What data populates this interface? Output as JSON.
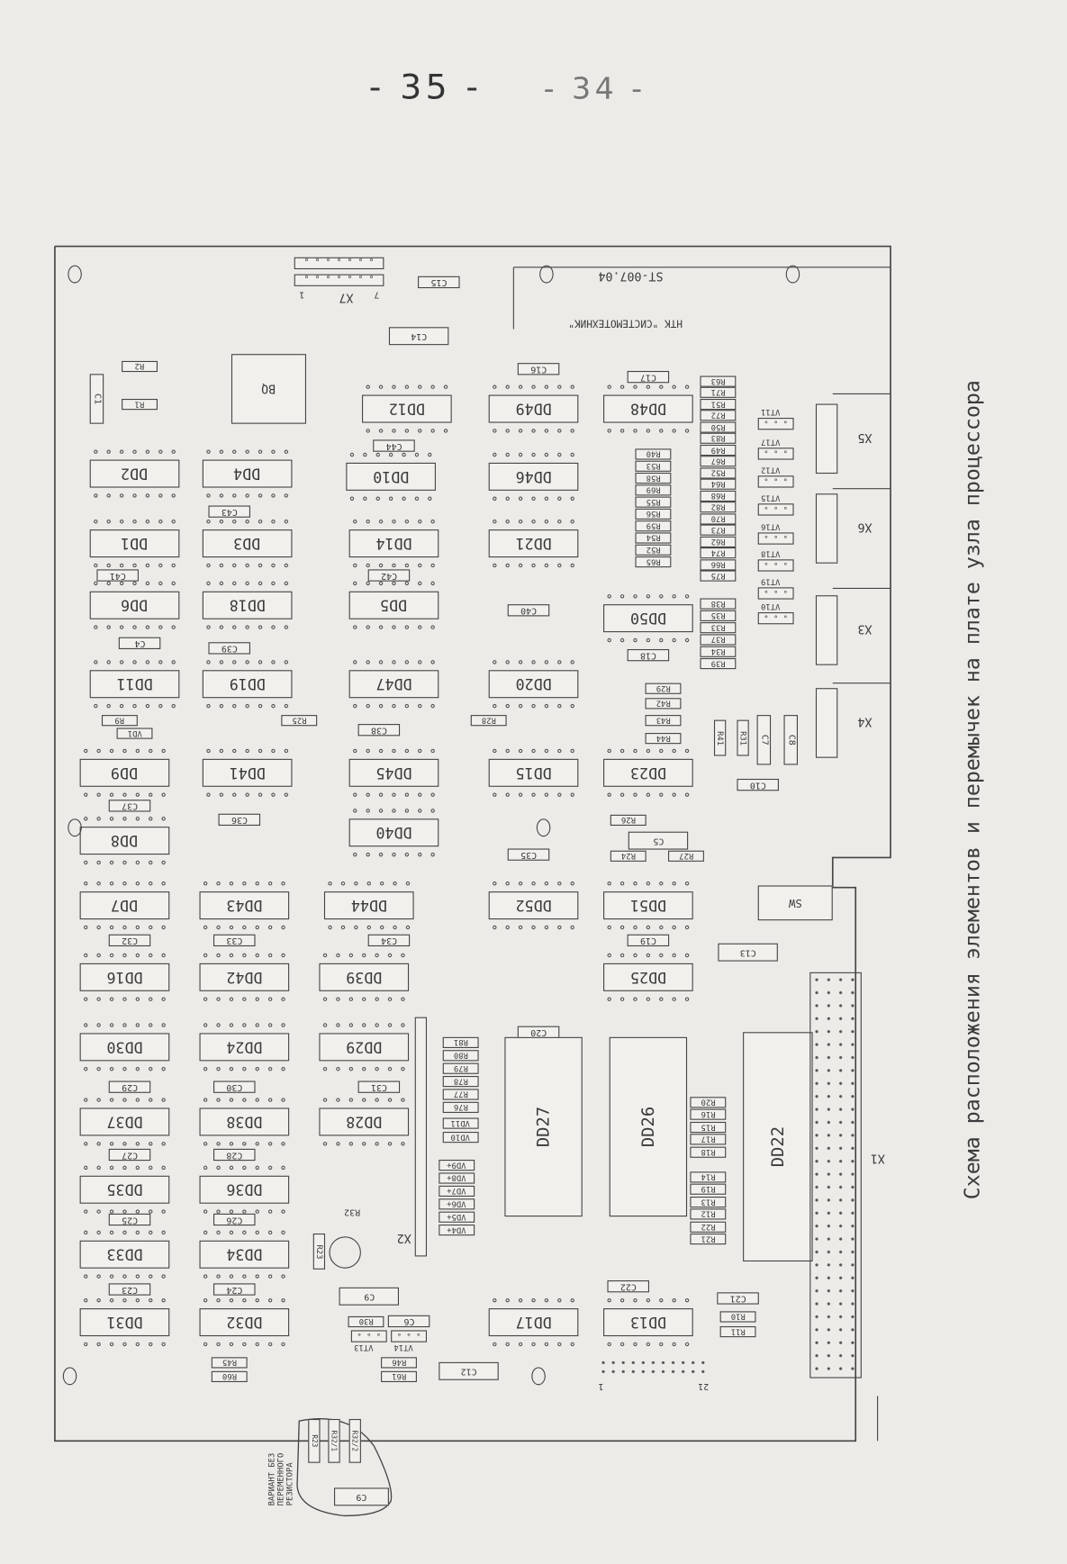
{
  "page": {
    "number": "- 35 -",
    "old_number": "- 34 -"
  },
  "title": "Схема расположения элементов и перемычек на плате узла процессора",
  "board": {
    "code": "ST-007.04",
    "company": "НТК \"СИСТЕМОТЕХНИК\"",
    "chips": [
      "DD2",
      "DD1",
      "DD6",
      "DD11",
      "DD9",
      "DD8",
      "DD7",
      "DD16",
      "DD30",
      "DD37",
      "DD35",
      "DD33",
      "DD31",
      "DD4",
      "DD3",
      "DD18",
      "DD19",
      "DD41",
      "DD43",
      "DD42",
      "DD24",
      "DD38",
      "DD36",
      "DD34",
      "DD32",
      "DD12",
      "DD10",
      "DD14",
      "DD5",
      "DD47",
      "DD45",
      "DD40",
      "DD44",
      "DD39",
      "DD29",
      "DD28",
      "DD49",
      "DD46",
      "DD21",
      "DD20",
      "DD15",
      "DD52",
      "DD17",
      "DD48",
      "DD50",
      "DD23",
      "DD51",
      "DD25",
      "DD13"
    ],
    "large_chips": [
      "DD27",
      "DD26",
      "DD22"
    ],
    "capacitors": [
      "C15",
      "C14",
      "C16",
      "C17",
      "C44",
      "C43",
      "C41",
      "C42",
      "C40",
      "C4",
      "C39",
      "C18",
      "C38",
      "C37",
      "C36",
      "C35",
      "C5",
      "C32",
      "C33",
      "C34",
      "C19",
      "C13",
      "C20",
      "C29",
      "C30",
      "C31",
      "C27",
      "C28",
      "C25",
      "C26",
      "C23",
      "C24",
      "C9",
      "C6",
      "C12",
      "C22",
      "C21",
      "C10",
      "C1",
      "C7",
      "C8"
    ],
    "resistors": [
      "R2",
      "R1",
      "R9",
      "R25",
      "R28",
      "R29",
      "R42",
      "R43",
      "R44",
      "R26",
      "R24",
      "R27",
      "R30",
      "R45",
      "R60",
      "R46",
      "R61",
      "R10",
      "R11",
      "R40",
      "R53",
      "R58",
      "R69",
      "R55",
      "R56",
      "R59",
      "R54",
      "R52",
      "R65",
      "R63",
      "R71",
      "R51",
      "R72",
      "R50",
      "R83",
      "R49",
      "R67",
      "R52",
      "R64",
      "R68",
      "R82",
      "R70",
      "R73",
      "R62",
      "R74",
      "R66",
      "R75",
      "R38",
      "R35",
      "R33",
      "R37",
      "R34",
      "R39",
      "R81",
      "R80",
      "R79",
      "R78",
      "R77",
      "R76",
      "R20",
      "R16",
      "R15",
      "R17",
      "R18",
      "R14",
      "R19",
      "R13",
      "R12",
      "R22",
      "R21",
      "VD11",
      "VD10",
      "VD9+",
      "VD8+",
      "VD7+",
      "VD6+",
      "VD5+",
      "VD4+",
      "VD1"
    ],
    "vertical_resistors": [
      "R41",
      "R31",
      "R23"
    ],
    "transistors": [
      "VT11",
      "VT17",
      "VT12",
      "VT15",
      "VT16",
      "VT18",
      "VT19",
      "VT10",
      "VT13",
      "VT14"
    ],
    "connectors": {
      "x1": "X1",
      "x2": "X2",
      "x3": "X3",
      "x4": "X4",
      "x5": "X5",
      "x6": "X6",
      "x7": "X7",
      "sw": "SW",
      "bq": "BQ",
      "r32": "R32"
    },
    "pin_labels": {
      "one": "1",
      "seven": "7",
      "twentyone": "21"
    },
    "variant": {
      "note": [
        "ВАРИАНТ БЕЗ",
        "ПЕРЕМЕННОГО",
        "РЕЗИСТОРА"
      ],
      "parts": [
        "R23",
        "R32/1",
        "R32/2",
        "C9"
      ]
    }
  }
}
